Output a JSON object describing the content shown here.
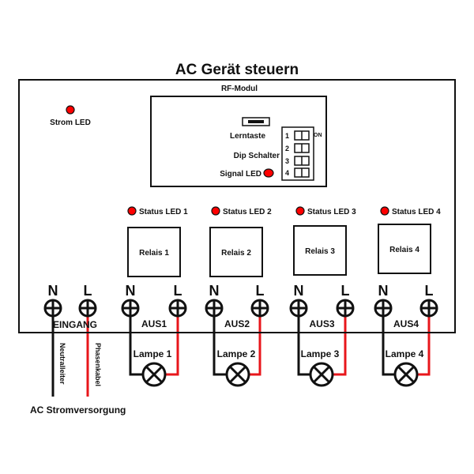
{
  "title": "AC Gerät steuern",
  "colors": {
    "led": "#ff0000",
    "phase_wire": "#e8161b",
    "neutral_wire": "#111111"
  },
  "power_led": {
    "label": "Strom LED"
  },
  "rf_module": {
    "title": "RF-Modul",
    "learn_button": {
      "label": "Lerntaste"
    },
    "dip_switch": {
      "label": "Dip Schalter",
      "on_label": "ON",
      "positions": [
        "1",
        "2",
        "3",
        "4"
      ]
    },
    "signal_led": {
      "label": "Signal LED"
    }
  },
  "channels": [
    {
      "status_led": "Status LED 1",
      "relay": "Relais 1",
      "output": "AUS1",
      "lamp": "Lampe 1",
      "n": "N",
      "l": "L"
    },
    {
      "status_led": "Status LED 2",
      "relay": "Relais 2",
      "output": "AUS2",
      "lamp": "Lampe 2",
      "n": "N",
      "l": "L"
    },
    {
      "status_led": "Status LED 3",
      "relay": "Relais 3",
      "output": "AUS3",
      "lamp": "Lampe 3",
      "n": "N",
      "l": "L"
    },
    {
      "status_led": "Status LED 4",
      "relay": "Relais 4",
      "output": "AUS4",
      "lamp": "Lampe 4",
      "n": "N",
      "l": "L"
    }
  ],
  "input": {
    "label": "EINGANG",
    "n": "N",
    "l": "L",
    "neutral_label": "Neutralleiter",
    "phase_label": "Phasenkabel"
  },
  "supply_label": "AC Stromversorgung"
}
